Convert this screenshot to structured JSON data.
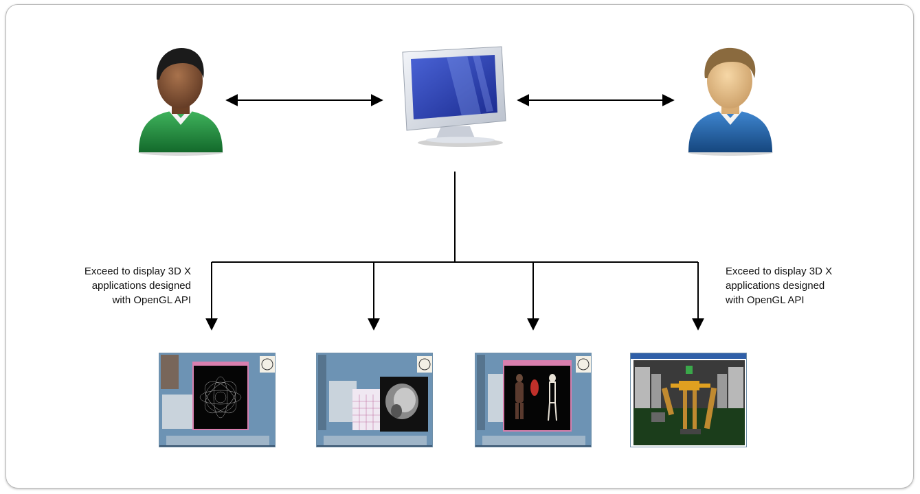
{
  "captions": {
    "left": [
      "Exceed to display 3D X",
      "applications designed",
      "with OpenGL API"
    ],
    "right": [
      "Exceed to display 3D X",
      "applications designed",
      "with OpenGL API"
    ]
  },
  "nodes": {
    "user_left": {
      "icon": "user-green-shirt-icon"
    },
    "computer": {
      "icon": "monitor-icon"
    },
    "user_right": {
      "icon": "user-blue-shirt-icon"
    }
  },
  "screenshots": [
    {
      "icon": "screenshot-spirograph-app"
    },
    {
      "icon": "screenshot-mri-viewer-app"
    },
    {
      "icon": "screenshot-anatomy-viewer-app"
    },
    {
      "icon": "screenshot-robot-game-app"
    }
  ],
  "colors": {
    "green_shirt": "#1f8a3a",
    "blue_shirt": "#1f5a9a",
    "monitor_screen": "#2a3fb0",
    "desktop_bg": "#6d93b4",
    "game_bg": "#1b3d1b"
  }
}
